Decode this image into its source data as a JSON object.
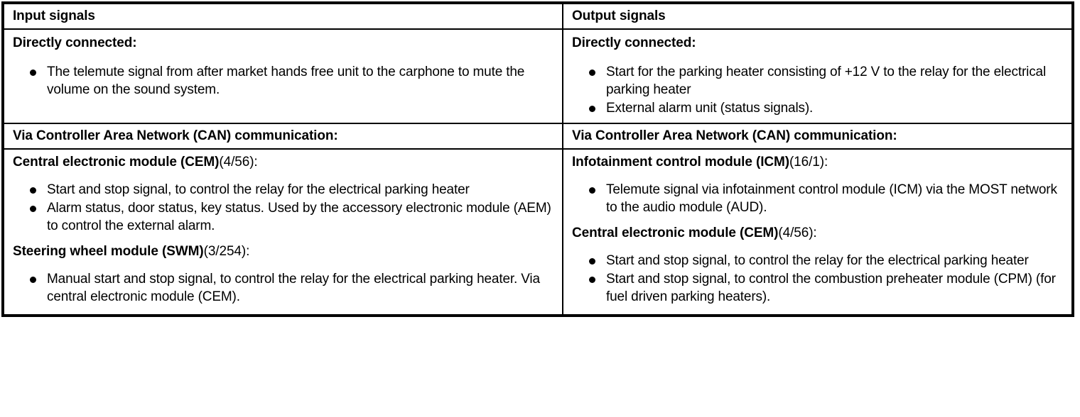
{
  "table": {
    "columns": [
      {
        "header": "Input signals"
      },
      {
        "header": "Output signals"
      }
    ],
    "rows": {
      "directly_connected": {
        "label": "Directly connected:",
        "input_bullets": [
          "The telemute signal from after market hands free unit to the carphone to mute the volume on the sound system."
        ],
        "output_bullets": [
          "Start for the parking heater consisting of +12 V to the relay for the electrical parking heater",
          "External alarm unit (status signals)."
        ]
      },
      "can_header": {
        "input_label": "Via Controller Area Network (CAN) communication:",
        "output_label": "Via Controller Area Network (CAN) communication:"
      },
      "can_body": {
        "input_sections": [
          {
            "title": "Central electronic module (CEM)",
            "ref": "(4/56):",
            "bullets": [
              "Start and stop signal, to control the relay for the electrical parking heater",
              "Alarm status, door status, key status. Used by the accessory electronic module (AEM) to control the external alarm."
            ]
          },
          {
            "title": "Steering wheel module (SWM)",
            "ref": "(3/254):",
            "bullets": [
              "Manual start and stop signal, to control the relay for the electrical parking heater. Via central electronic module (CEM)."
            ]
          }
        ],
        "output_sections": [
          {
            "title": "Infotainment control module (ICM)",
            "ref": "(16/1):",
            "bullets": [
              "Telemute signal via infotainment control module (ICM) via the MOST network to the audio module (AUD)."
            ]
          },
          {
            "title": "Central electronic module (CEM)",
            "ref": "(4/56):",
            "bullets": [
              "Start and stop signal, to control the relay for the electrical parking heater",
              "Start and stop signal, to control the combustion preheater module (CPM) (for fuel driven parking heaters)."
            ]
          }
        ]
      }
    }
  },
  "colors": {
    "border": "#000000",
    "text": "#000000",
    "background": "#ffffff"
  }
}
